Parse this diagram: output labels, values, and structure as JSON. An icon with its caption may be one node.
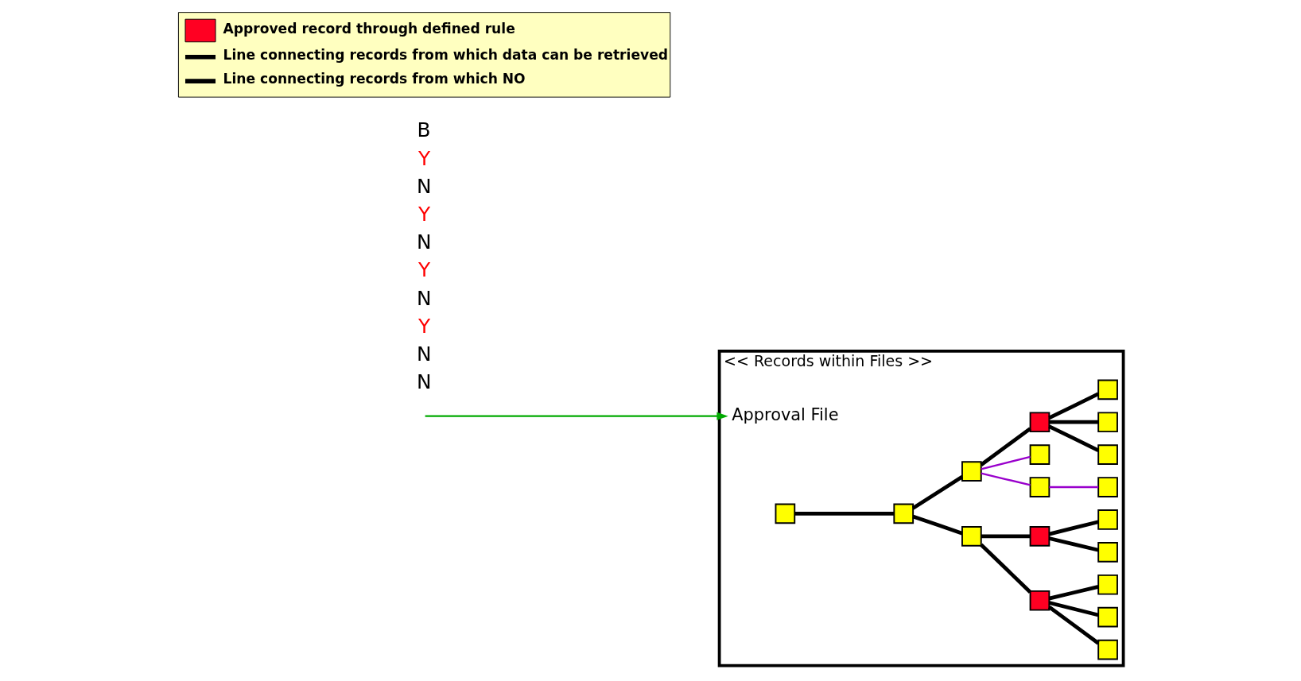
{
  "diagram": {
    "nodes": [
      {
        "text": [
          "<< Records within Files >>"
        ]
      },
      {
        "text": [
          "Approval File"
        ],
        "in": 0
      },
      {
        "text": [],
        "shape": "box",
        "in": 0
      },
      {
        "text": [],
        "shape": "box",
        "in": 0
      },
      {
        "text": [],
        "shape": "box",
        "in": 0
      },
      {
        "text": [],
        "shape": "box",
        "in": 0
      },
      {
        "text": [],
        "shape": "box",
        "in": 0
      },
      {
        "text": [],
        "shape": "box",
        "in": 0
      },
      {
        "text": [],
        "shape": "box",
        "in": 0
      },
      {
        "text": [],
        "shape": "box",
        "in": 0
      },
      {
        "text": [],
        "shape": "box",
        "in": 0
      },
      {
        "text": [],
        "shape": "box",
        "in": 0
      },
      {
        "text": [],
        "shape": "box",
        "in": 0
      },
      {
        "text": [],
        "shape": "box",
        "in": 0
      },
      {
        "text": [],
        "shape": "box",
        "in": 0
      },
      {
        "text": [],
        "shape": "box",
        "in": 0
      },
      {
        "text": [],
        "shape": "box",
        "in": 0
      },
      {
        "text": [],
        "shape": "box",
        "in": 0
      },
      {
        "text": [],
        "shape": "box",
        "in": 0
      },
      {
        "text": [],
        "shape": "box",
        "in": 0
      }
    ],
    "edges": [
      {
        "from": null,
        "to": 1,
        "arrow": "to",
        "color": "#00aa00"
      },
      {
        "from": 2,
        "to": 3,
        "arrow": "none"
      },
      {
        "from": 3,
        "to": 4,
        "arrow": "none"
      },
      {
        "from": 3,
        "to": 12,
        "arrow": "none"
      },
      {
        "from": 4,
        "to": 5,
        "arrow": "none"
      },
      {
        "from": 4,
        "to": 9,
        "arrow": "none"
      },
      {
        "from": 5,
        "to": 6,
        "arrow": "none"
      },
      {
        "from": 5,
        "to": 7,
        "arrow": "none"
      },
      {
        "from": 5,
        "to": 8,
        "arrow": "none"
      },
      {
        "from": 9,
        "to": 10,
        "arrow": "none"
      },
      {
        "from": 9,
        "to": 11,
        "arrow": "none"
      },
      {
        "from": 12,
        "to": 13,
        "arrow": "none",
        "color": "#9900cc"
      },
      {
        "from": 12,
        "to": 15,
        "arrow": "none",
        "color": "#9900cc"
      },
      {
        "from": 12,
        "to": 16,
        "arrow": "none"
      },
      {
        "from": 13,
        "to": 14,
        "arrow": "none",
        "color": "#9900cc"
      },
      {
        "from": 16,
        "to": 17,
        "arrow": "none"
      },
      {
        "from": 16,
        "to": 18,
        "arrow": "none"
      },
      {
        "from": 16,
        "to": 19,
        "arrow": "none"
      }
    ],
    "labels": [
      "B",
      "Y",
      "N",
      "Y",
      "N",
      "Y",
      "N",
      "Y",
      "N",
      "N"
    ],
    "legend": [
      {
        "text": "Approved record through defined rule",
        "color": "#ff0022"
      },
      {
        "text": "Line connecting records from which data can be retrieved"
      },
      {
        "text": "Line connecting records from which NO"
      }
    ]
  }
}
